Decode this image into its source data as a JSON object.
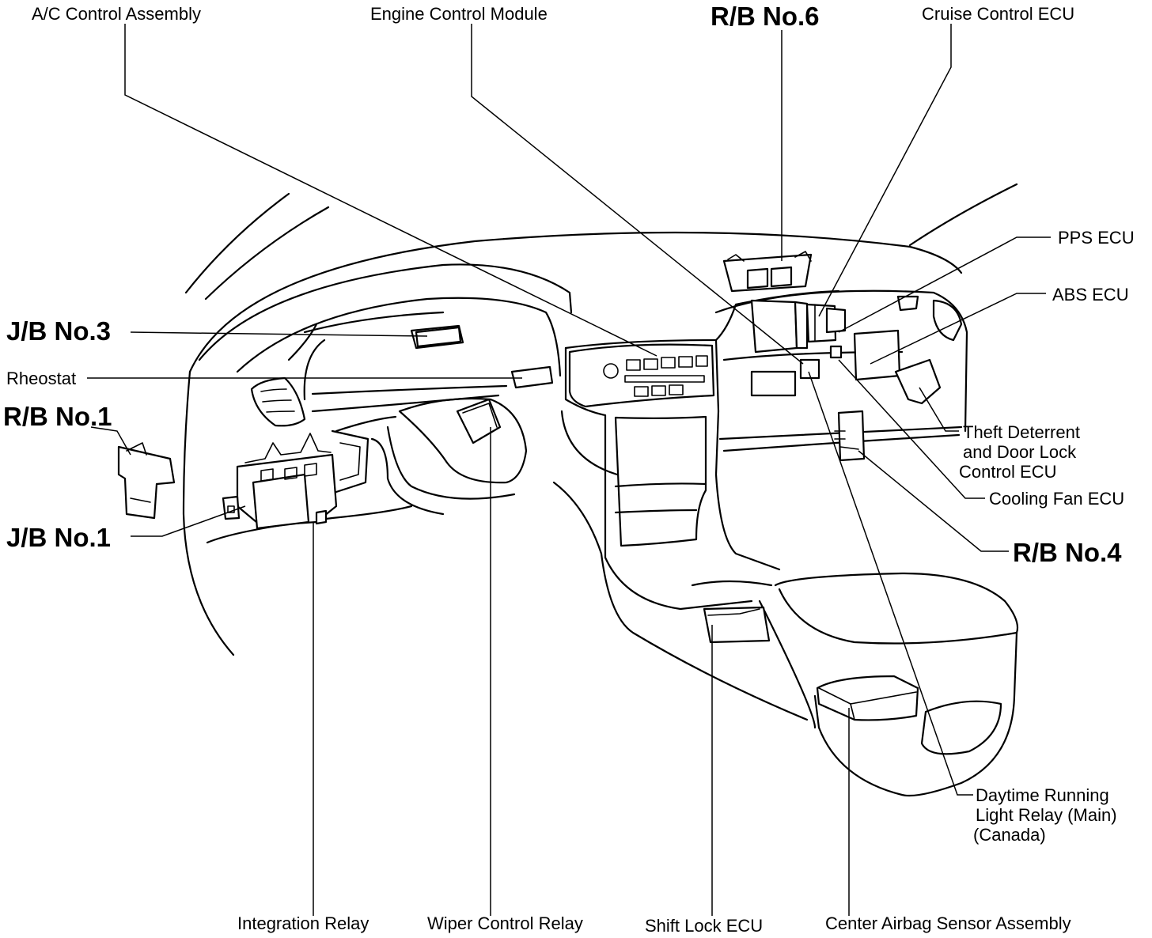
{
  "labels": {
    "ac_control_assembly": "A/C Control Assembly",
    "engine_control_module": "Engine Control Module",
    "rb_no6": "R/B No.6",
    "cruise_control_ecu": "Cruise Control ECU",
    "pps_ecu": "PPS ECU",
    "abs_ecu": "ABS ECU",
    "jb_no3": "J/B No.3",
    "rheostat": "Rheostat",
    "rb_no1": "R/B No.1",
    "jb_no1": "J/B No.1",
    "theft_deterrent": [
      "Theft Deterrent",
      "and Door Lock",
      "Control ECU"
    ],
    "cooling_fan_ecu": "Cooling Fan ECU",
    "rb_no4": "R/B No.4",
    "daytime_running": [
      "Daytime Running",
      "Light Relay (Main)",
      "(Canada)"
    ],
    "integration_relay": "Integration Relay",
    "wiper_control_relay": "Wiper Control Relay",
    "shift_lock_ecu": "Shift Lock ECU",
    "center_airbag": "Center Airbag Sensor Assembly"
  }
}
